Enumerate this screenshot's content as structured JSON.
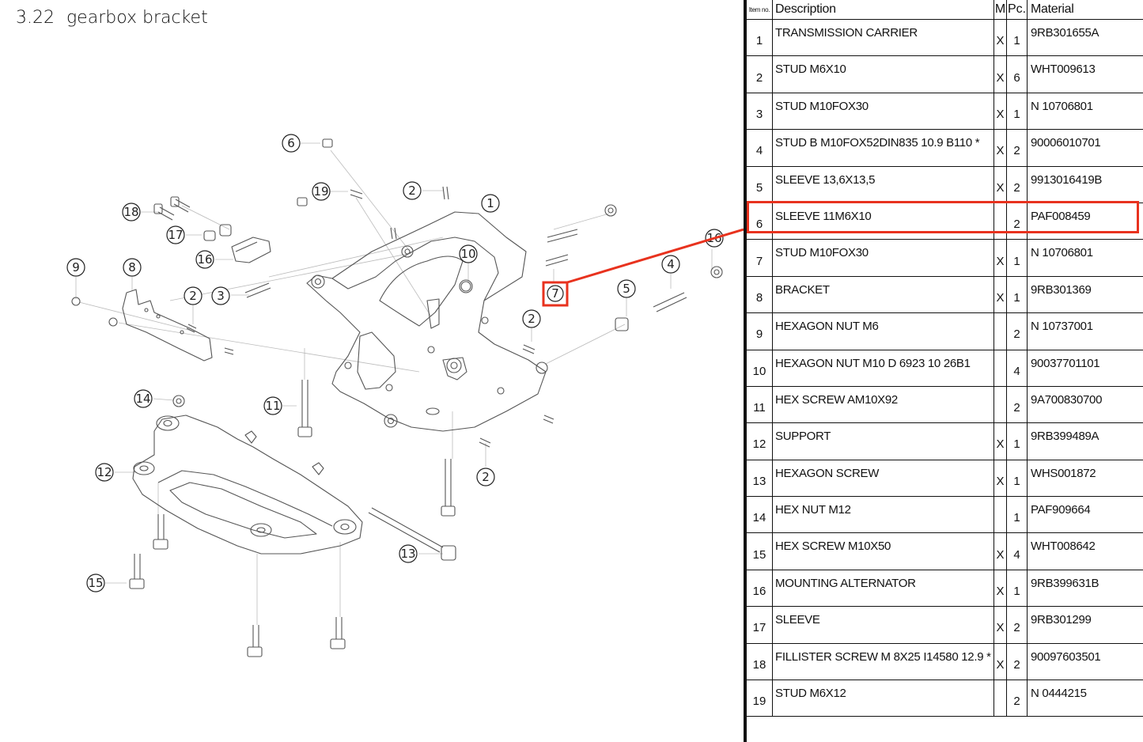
{
  "title": {
    "number": "3.22",
    "text": "gearbox bracket"
  },
  "colors": {
    "highlight": "#e8321e",
    "line": "#111111",
    "drawing": "#555555"
  },
  "table": {
    "headers": {
      "item": "Item no.",
      "description": "Description",
      "m": "M",
      "pc": "Pc.",
      "material": "Material"
    },
    "rows": [
      {
        "item": "1",
        "description": "TRANSMISSION CARRIER",
        "m": "X",
        "pc": "1",
        "material": "9RB301655A"
      },
      {
        "item": "2",
        "description": "STUD M6X10",
        "m": "X",
        "pc": "6",
        "material": "WHT009613"
      },
      {
        "item": "3",
        "description": "STUD M10FOX30",
        "m": "X",
        "pc": "1",
        "material": "N 10706801"
      },
      {
        "item": "4",
        "description": "STUD B M10FOX52DIN835 10.9 B110 *",
        "m": "X",
        "pc": "2",
        "material": "90006010701"
      },
      {
        "item": "5",
        "description": "SLEEVE 13,6X13,5",
        "m": "X",
        "pc": "2",
        "material": "9913016419B"
      },
      {
        "item": "6",
        "description": "SLEEVE 11M6X10",
        "m": "",
        "pc": "2",
        "material": "PAF008459"
      },
      {
        "item": "7",
        "description": "STUD M10FOX30",
        "m": "X",
        "pc": "1",
        "material": "N 10706801"
      },
      {
        "item": "8",
        "description": "BRACKET",
        "m": "X",
        "pc": "1",
        "material": "9RB301369"
      },
      {
        "item": "9",
        "description": "HEXAGON NUT M6",
        "m": "",
        "pc": "2",
        "material": "N 10737001"
      },
      {
        "item": "10",
        "description": "HEXAGON NUT M10 D 6923 10 26B1",
        "m": "",
        "pc": "4",
        "material": "90037701101"
      },
      {
        "item": "11",
        "description": "HEX SCREW AM10X92",
        "m": "",
        "pc": "2",
        "material": "9A700830700"
      },
      {
        "item": "12",
        "description": "SUPPORT",
        "m": "X",
        "pc": "1",
        "material": "9RB399489A"
      },
      {
        "item": "13",
        "description": "HEXAGON SCREW",
        "m": "X",
        "pc": "1",
        "material": "WHS001872"
      },
      {
        "item": "14",
        "description": "HEX NUT M12",
        "m": "",
        "pc": "1",
        "material": "PAF909664"
      },
      {
        "item": "15",
        "description": "HEX SCREW M10X50",
        "m": "X",
        "pc": "4",
        "material": "WHT008642"
      },
      {
        "item": "16",
        "description": "MOUNTING ALTERNATOR",
        "m": "X",
        "pc": "1",
        "material": "9RB399631B"
      },
      {
        "item": "17",
        "description": "SLEEVE",
        "m": "X",
        "pc": "2",
        "material": "9RB301299"
      },
      {
        "item": "18",
        "description": "FILLISTER SCREW M 8X25 I14580 12.9 *",
        "m": "X",
        "pc": "2",
        "material": "90097603501"
      },
      {
        "item": "19",
        "description": "STUD M6X12",
        "m": "",
        "pc": "2",
        "material": "N 0444215"
      }
    ]
  },
  "callouts": [
    "6",
    "19",
    "2",
    "1",
    "18",
    "17",
    "16",
    "9",
    "8",
    "2",
    "3",
    "10",
    "7",
    "4",
    "5",
    "2",
    "16",
    "14",
    "11",
    "12",
    "13",
    "2",
    "15"
  ],
  "highlighted_item": "7"
}
